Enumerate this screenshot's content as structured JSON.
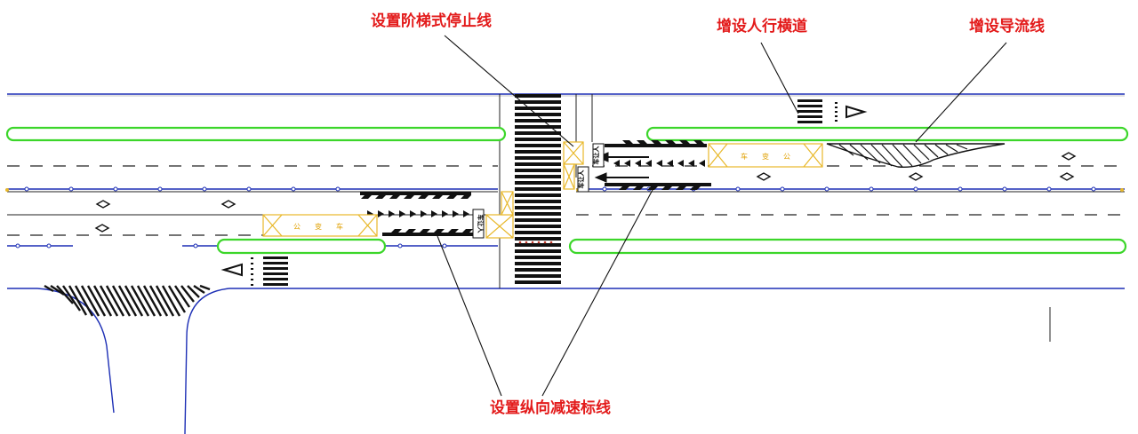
{
  "callouts": {
    "stepped_stop_line": "设置阶梯式停止线",
    "add_crosswalk": "增设人行横道",
    "add_guide_line": "增设导流线",
    "longitudinal_decel_marking": "设置纵向减速标线"
  },
  "road_markings": {
    "yield_box_left": "车让人",
    "yield_box_right": "车让人",
    "yield_box_upper": "车让人",
    "slow_box_right": [
      "车",
      "变",
      "公"
    ],
    "slow_box_left": [
      "公",
      "变",
      "车"
    ]
  },
  "colors": {
    "callout_red": "#e31b1b",
    "road_edge_blue": "#1d2fb5",
    "median_green": "#3cd62a",
    "marking_yellow": "#e8b82a",
    "marking_black": "#111111"
  }
}
